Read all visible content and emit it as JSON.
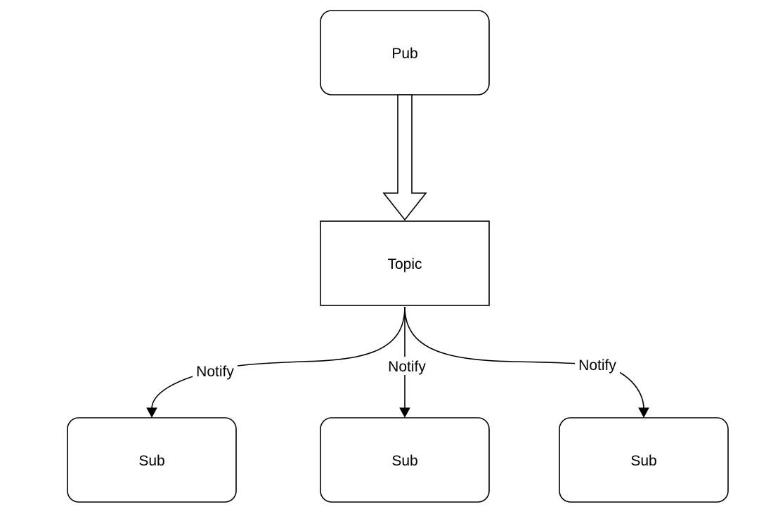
{
  "nodes": {
    "pub": "Pub",
    "topic": "Topic",
    "sub_left": "Sub",
    "sub_center": "Sub",
    "sub_right": "Sub"
  },
  "edges": {
    "notify_left": "Notify",
    "notify_center": "Notify",
    "notify_right": "Notify"
  }
}
